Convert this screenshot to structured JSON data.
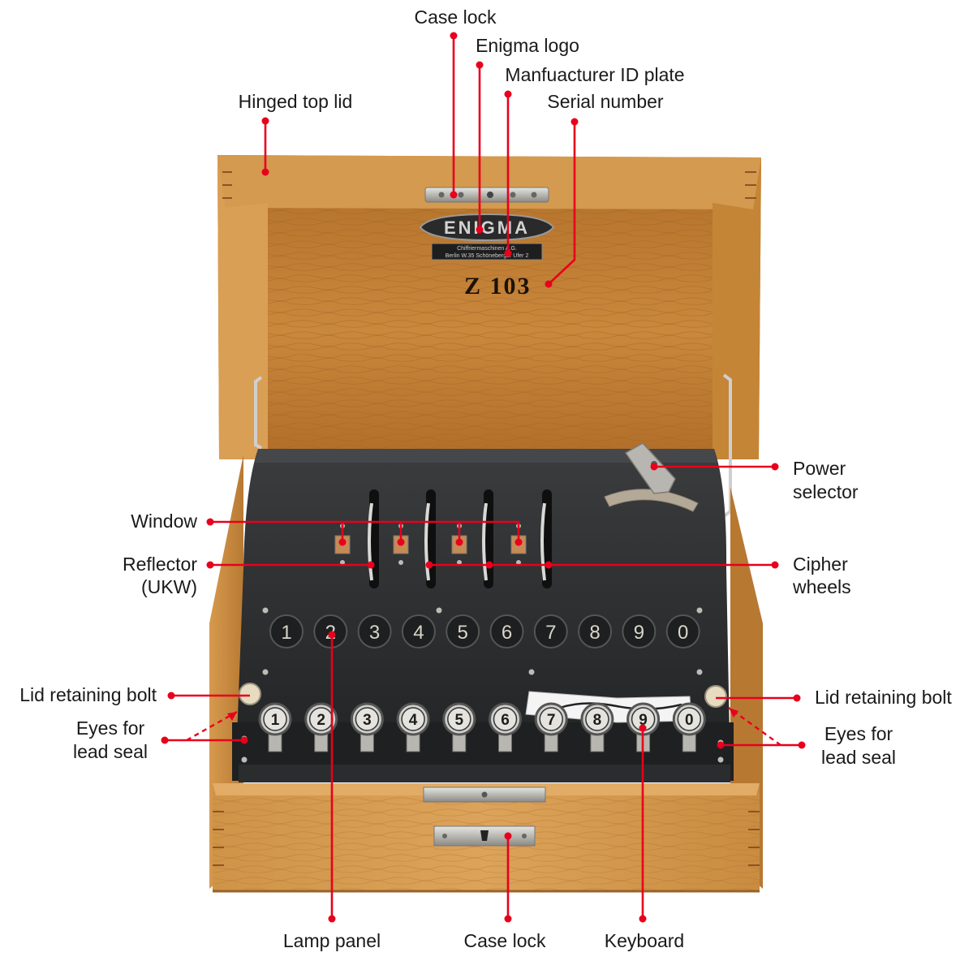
{
  "labels": {
    "case_lock_top": "Case lock",
    "enigma_logo": "Enigma logo",
    "id_plate": "Manfuacturer ID plate",
    "serial_number": "Serial number",
    "hinged_lid": "Hinged top lid",
    "window": "Window",
    "reflector_line1": "Reflector",
    "reflector_line2": "(UKW)",
    "power_line1": "Power",
    "power_line2": "selector",
    "cipher_line1": "Cipher",
    "cipher_line2": "wheels",
    "lid_bolt_left": "Lid retaining bolt",
    "lid_bolt_right": "Lid retaining bolt",
    "eyes_left_line1": "Eyes for",
    "eyes_left_line2": "lead seal",
    "eyes_right_line1": "Eyes for",
    "eyes_right_line2": "lead seal",
    "lamp_panel": "Lamp panel",
    "case_lock_bottom": "Case lock",
    "keyboard": "Keyboard"
  },
  "device": {
    "logo_text": "ENIGMA",
    "plate_line1": "Chiffriermaschinen A.G.",
    "plate_line2": "Berlin W.35 Schöneberger Ufer 2",
    "serial": "Z 103",
    "lamps": [
      "1",
      "2",
      "3",
      "4",
      "5",
      "6",
      "7",
      "8",
      "9",
      "0"
    ],
    "keys": [
      "1",
      "2",
      "3",
      "4",
      "5",
      "6",
      "7",
      "8",
      "9",
      "0"
    ]
  },
  "colors": {
    "leader": "#e8001c",
    "wood": "#c88a3e",
    "machine": "#2b2d2e"
  }
}
